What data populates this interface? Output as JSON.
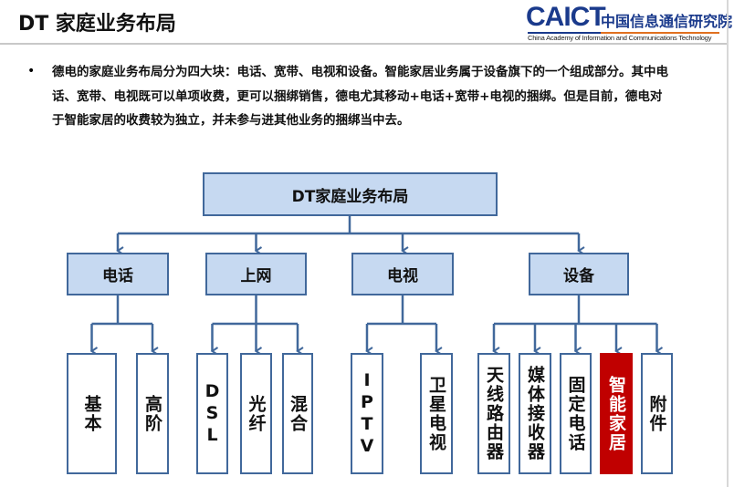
{
  "header": {
    "title": "DT 家庭业务布局",
    "logo_text": "CAICT",
    "logo_cn": "中国信息通信研究院",
    "logo_en": "China Academy of Information and Communications Technology"
  },
  "body": {
    "bullet": "•",
    "text": "德电的家庭业务布局分为四大块：电话、宽带、电视和设备。智能家居业务属于设备旗下的一个组成部分。其中电话、宽带、电视既可以单项收费，更可以捆绑销售，德电尤其移动+电话+宽带+电视的捆绑。但是目前，德电对于智能家居的收费较为独立，并未参与进其他业务的捆绑当中去。"
  },
  "diagram": {
    "root": "DT家庭业务布局",
    "colors": {
      "box_fill": "#c6d9f1",
      "line": "#41689b",
      "highlight": "#c00000"
    },
    "groups": [
      {
        "label": "电话",
        "children": [
          "基本",
          "高阶"
        ]
      },
      {
        "label": "上网",
        "children": [
          "DSL",
          "光纤",
          "混合"
        ]
      },
      {
        "label": "电视",
        "children": [
          "IPTV",
          "卫星电视"
        ]
      },
      {
        "label": "设备",
        "children": [
          "天线路由器",
          "媒体接收器",
          "固定电话",
          "智能家居",
          "附件"
        ],
        "highlighted": "智能家居"
      }
    ]
  }
}
